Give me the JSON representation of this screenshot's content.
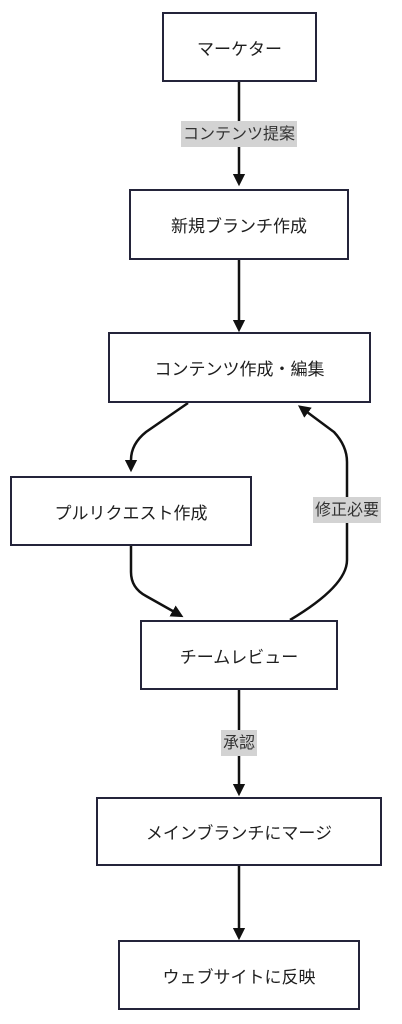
{
  "nodes": {
    "marketer": "マーケター",
    "new_branch": "新規ブランチ作成",
    "content_edit": "コンテンツ作成・編集",
    "pull_request": "プルリクエスト作成",
    "team_review": "チームレビュー",
    "merge_main": "メインブランチにマージ",
    "website": "ウェブサイトに反映"
  },
  "edges": {
    "proposal": "コンテンツ提案",
    "revision": "修正必要",
    "approval": "承認"
  },
  "colors": {
    "node_border": "#24243a",
    "arrow": "#111111",
    "edge_label_bg": "#d3d3d3"
  }
}
